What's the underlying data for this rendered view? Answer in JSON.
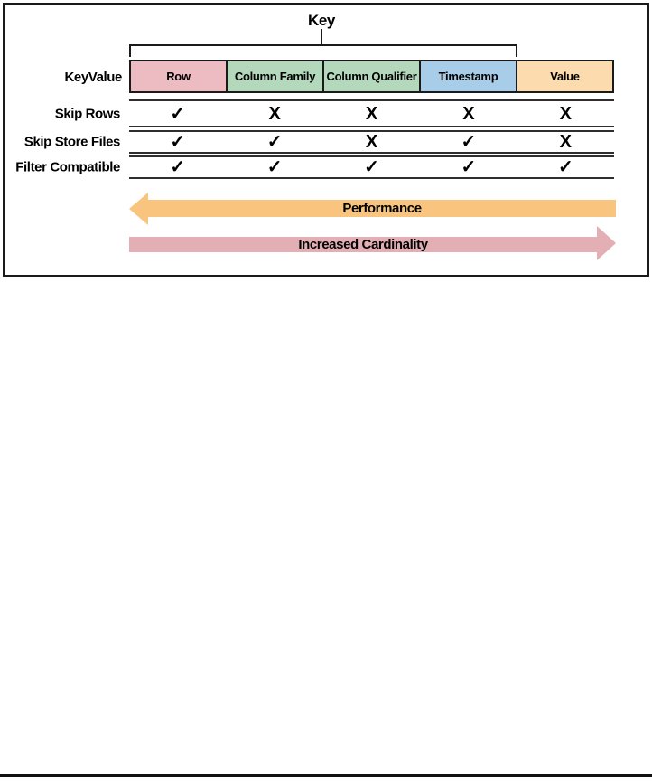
{
  "figure": {
    "key_label": "Key",
    "keyvalue_label": "KeyValue",
    "columns": [
      "Row",
      "Column Family",
      "Column Qualifier",
      "Timestamp",
      "Value"
    ],
    "column_colors": [
      "#edbcc2",
      "#b3d8bb",
      "#b3d8bb",
      "#a8cde8",
      "#fcdcae"
    ],
    "rows": [
      {
        "label": "Skip Rows",
        "marks": [
          "✓",
          "X",
          "X",
          "X",
          "X"
        ]
      },
      {
        "label": "Skip Store Files",
        "marks": [
          "✓",
          "✓",
          "X",
          "✓",
          "X"
        ]
      },
      {
        "label": "Filter Compatible",
        "marks": [
          "✓",
          "✓",
          "✓",
          "✓",
          "✓"
        ]
      }
    ],
    "arrows": [
      {
        "label": "Performance",
        "direction": "left",
        "color": "#f9c57e"
      },
      {
        "label": "Increased Cardinality",
        "direction": "right",
        "color": "#e3afb5"
      }
    ],
    "border_color": "#1a1a1a"
  }
}
